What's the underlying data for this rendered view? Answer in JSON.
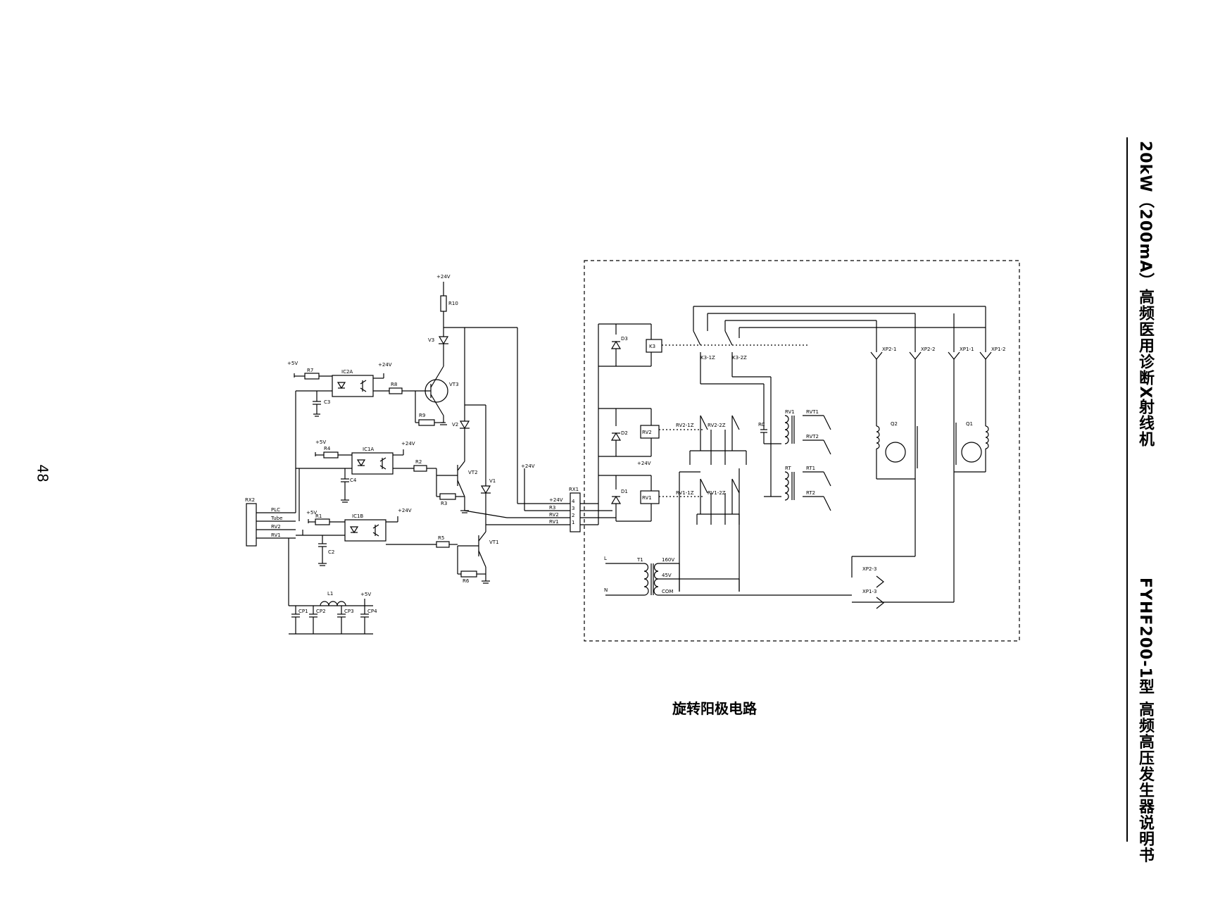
{
  "page_number": "48",
  "side_title_top": "20kW（200mA）高频医用诊断X射线机",
  "side_title_bottom": "FYHF200-1型 高频高压发生器说明书",
  "caption": "旋转阳极电路",
  "labels": {
    "plus24v_top": "+24V",
    "r10": "R10",
    "v3": "V3",
    "vt3": "VT3",
    "r9": "R9",
    "ic2a": "IC2A",
    "r7": "R7",
    "r8": "R8",
    "c3": "C3",
    "plus5v_1": "+5V",
    "plus24v_1": "+24V",
    "v2": "V2",
    "ic1a": "IC1A",
    "r4": "R4",
    "r3": "R3",
    "c4": "C4",
    "vt2": "VT2",
    "r2": "R2",
    "v1": "V1",
    "plus5v_2": "+5V",
    "plus24v_2": "+24V",
    "ic1b": "IC1B",
    "r5": "R5",
    "r6": "R6",
    "c2": "C2",
    "vt1": "VT1",
    "plus5v_3": "+5V",
    "plus24v_3": "+24V",
    "r1": "R1",
    "l1": "L1",
    "cp1": "CP1",
    "cp2": "CP2",
    "cp3": "CP3",
    "cp4": "CP4",
    "plus5v_4": "+5V",
    "rx2": "RX2",
    "rx2_pins": [
      "PLC",
      "Tube",
      "RV2",
      "RV1"
    ],
    "rx1": "RX1",
    "rx1_pins": [
      "+24V",
      "R3",
      "RV2",
      "RV1"
    ],
    "rx1_nums": [
      "4",
      "3",
      "2",
      "1"
    ],
    "plus24v_mid": "+24V",
    "plus24v_right": "+24V",
    "d3": "D3",
    "d2": "D2",
    "d1": "D1",
    "k3": "K3",
    "rv2": "RV2",
    "rv1": "RV1",
    "k3_1z": "K3-1Z",
    "k3_2z": "K3-2Z",
    "rv2_1z": "RV2-1Z",
    "rv2_2z": "RV2-2Z",
    "rv1_1z": "RV1-1Z",
    "rv1_2z": "RV1-2Z",
    "rc": "RC",
    "rv1_t": "RV1",
    "rt": "RT",
    "rvt1": "RVT1",
    "rvt2": "RVT2",
    "rt1": "RT1",
    "rt2": "RT2",
    "xp2_1": "XP2-1",
    "xp2_2": "XP2-2",
    "xp1_1": "XP1-1",
    "xp1_2": "XP1-2",
    "xp2_3": "XP2-3",
    "xp1_3": "XP1-3",
    "q2": "Q2",
    "q1": "Q1",
    "t1": "T1",
    "l_line": "L",
    "n_line": "N",
    "v160": "160V",
    "v45": "45V",
    "com": "COM"
  }
}
